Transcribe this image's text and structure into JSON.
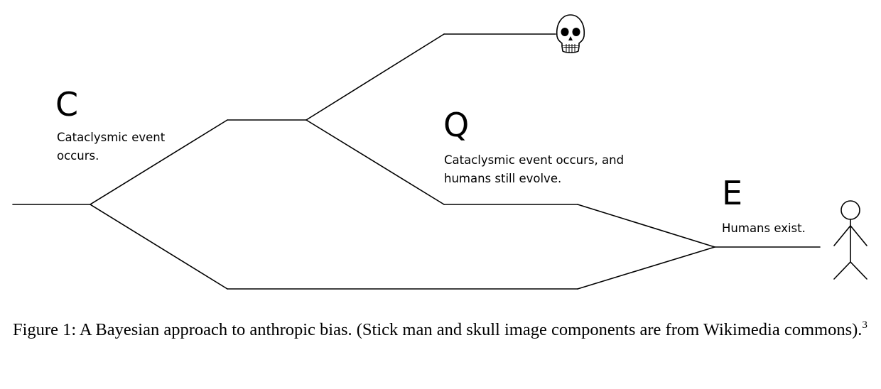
{
  "nodes": {
    "c": {
      "letter": "C",
      "desc_line1": "Cataclysmic event",
      "desc_line2": "occurs."
    },
    "q": {
      "letter": "Q",
      "desc_line1": "Cataclysmic event occurs, and",
      "desc_line2": "humans still evolve."
    },
    "e": {
      "letter": "E",
      "desc_line1": "Humans exist."
    }
  },
  "icons": {
    "death": "skull-icon",
    "survival": "stick-man-icon"
  },
  "caption": {
    "text": "Figure 1: A Bayesian approach to anthropic bias.  (Stick man and skull image components are from Wikimedia commons).",
    "footnote": "3"
  }
}
